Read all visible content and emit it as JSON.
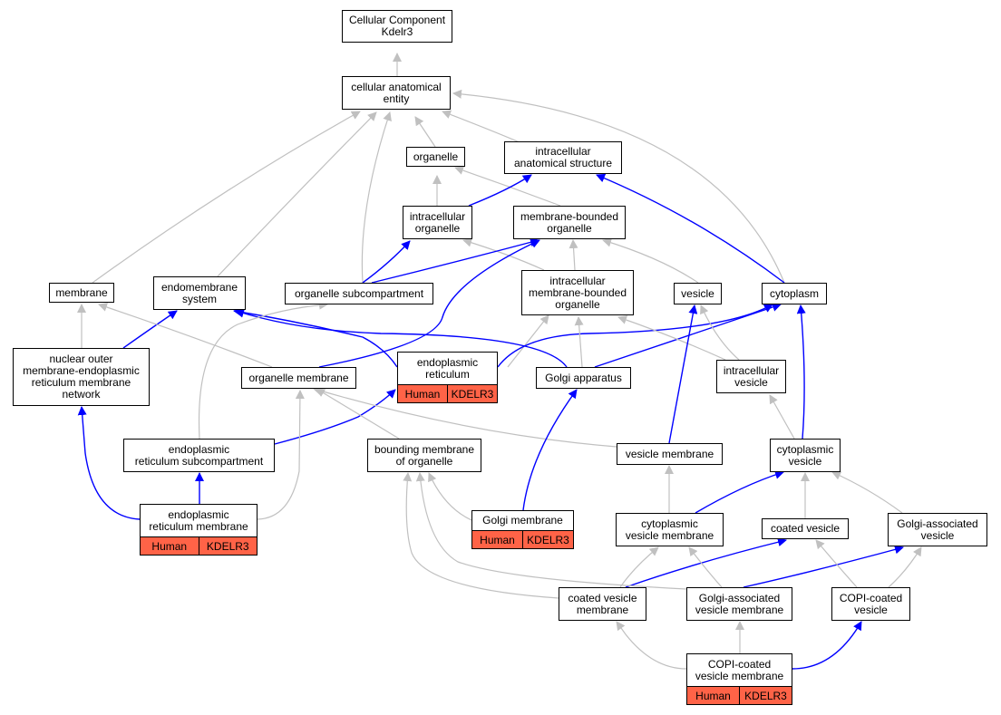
{
  "title": "Cellular Component\nKdelr3",
  "nodes": {
    "root": "Cellular Component\nKdelr3",
    "cae": "cellular anatomical\nentity",
    "organelle": "organelle",
    "ias": "intracellular\nanatomical structure",
    "io": "intracellular\norganelle",
    "mbo": "membrane-bounded\norganelle",
    "membrane": "membrane",
    "endomem": "endomembrane\nsystem",
    "osub": "organelle subcompartment",
    "imbo": "intracellular\nmembrane-bounded\norganelle",
    "vesicle": "vesicle",
    "cytoplasm": "cytoplasm",
    "nomerm": "nuclear outer\nmembrane-endoplasmic\nreticulum membrane\nnetwork",
    "om": "organelle membrane",
    "er": "endoplasmic\nreticulum",
    "golgi": "Golgi apparatus",
    "iv": "intracellular\nvesicle",
    "ersub": "endoplasmic\nreticulum subcompartment",
    "bmo": "bounding membrane\nof organelle",
    "vm": "vesicle membrane",
    "cv": "cytoplasmic\nvesicle",
    "erm": "endoplasmic\nreticulum membrane",
    "gm": "Golgi membrane",
    "cvm": "cytoplasmic\nvesicle membrane",
    "coatv": "coated vesicle",
    "gav": "Golgi-associated\nvesicle",
    "coatvm": "coated vesicle\nmembrane",
    "gavm": "Golgi-associated\nvesicle membrane",
    "copiv": "COPI-coated\nvesicle",
    "copivm": "COPI-coated\nvesicle membrane"
  },
  "annotations": {
    "er": {
      "species": "Human",
      "gene": "KDELR3"
    },
    "erm": {
      "species": "Human",
      "gene": "KDELR3"
    },
    "gm": {
      "species": "Human",
      "gene": "KDELR3"
    },
    "copivm": {
      "species": "Human",
      "gene": "KDELR3"
    }
  },
  "colors": {
    "is_a_edge": "#c0c0c0",
    "part_of_edge": "#0000ff",
    "annotation_fill": "#ff6347",
    "node_border": "#000000",
    "background": "#ffffff"
  }
}
